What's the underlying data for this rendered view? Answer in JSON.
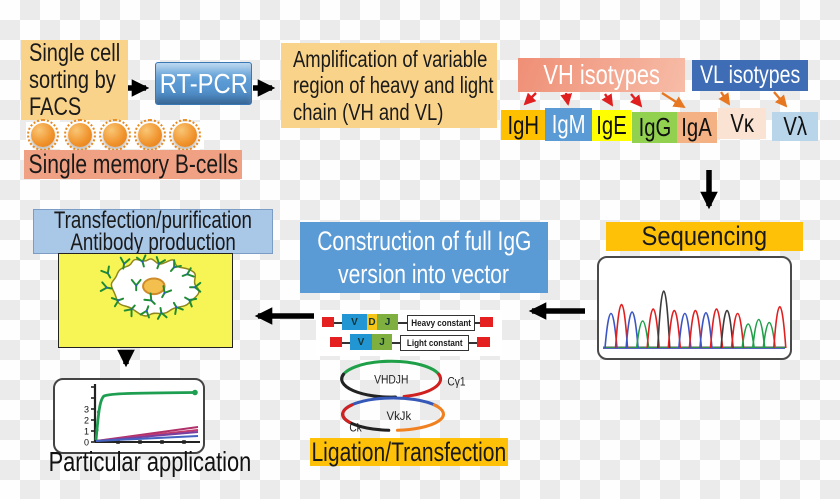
{
  "flow": {
    "facs": {
      "lines": [
        "Single cell",
        "sorting by",
        "FACS"
      ],
      "bg": "#f9d389"
    },
    "rtpcr": {
      "label": "RT-PCR",
      "bg": "#5b9bd5"
    },
    "amplification": {
      "lines": [
        "Amplification of variable",
        "region of heavy and light",
        "chain (VH and VL)"
      ],
      "bg": "#f9d389"
    },
    "memory_b": {
      "label": "Single memory B-cells",
      "bg": "#f1a183",
      "cell_count": 5,
      "cell_xs": [
        31,
        68,
        103,
        138,
        173
      ],
      "cell_top": 123
    },
    "sequencing": {
      "label": "Sequencing",
      "bg": "#ffc107"
    },
    "construction": {
      "lines": [
        "Construction of full IgG",
        "version into  vector"
      ],
      "bg": "#5b9bd5"
    },
    "transfection": {
      "lines": [
        "Transfection/purification",
        "Antibody production"
      ],
      "bg": "#a9c7e7"
    },
    "ligation": {
      "label": "Ligation/Transfection",
      "bg": "#ffc107"
    },
    "application": {
      "label": "Particular application"
    }
  },
  "isotypes": {
    "vh": {
      "label": "VH isotypes",
      "bg": "#f09a81"
    },
    "vl": {
      "label": "VL isotypes",
      "bg": "#3e6db5"
    },
    "items": [
      {
        "label": "IgH",
        "bg": "#ffc000",
        "fg": "#111111"
      },
      {
        "label": "IgM",
        "bg": "#5b9bd5",
        "fg": "#ffffff"
      },
      {
        "label": "IgE",
        "bg": "#ffff00",
        "fg": "#111111"
      },
      {
        "label": "IgG",
        "bg": "#92d050",
        "fg": "#111111"
      },
      {
        "label": "IgA",
        "bg": "#f4b183",
        "fg": "#111111"
      },
      {
        "label": "Vκ",
        "bg": "#fae3d3",
        "fg": "#111111"
      },
      {
        "label": "Vλ",
        "bg": "#b9d5ea",
        "fg": "#111111"
      }
    ]
  },
  "vector_map": {
    "heavy": {
      "segments": [
        "V",
        "D",
        "J"
      ],
      "constant": "Heavy constant"
    },
    "light": {
      "segments": [
        "V",
        "J"
      ],
      "constant": "Light constant"
    }
  },
  "plasmids": [
    {
      "name": "VHDJH",
      "tag": "Cγ1"
    },
    {
      "name": "VkJk",
      "tag": "Ck"
    }
  ],
  "arrows": {
    "black": [
      [
        128,
        88,
        146,
        88
      ],
      [
        253,
        88,
        272,
        88
      ],
      [
        709,
        170,
        709,
        206
      ],
      [
        585,
        311,
        532,
        311
      ],
      [
        314,
        316,
        258,
        316
      ],
      [
        126,
        351,
        126,
        364
      ]
    ],
    "red": [
      [
        536,
        93,
        525,
        104
      ],
      [
        566,
        93,
        568,
        104
      ],
      [
        605,
        94,
        612,
        105
      ],
      [
        631,
        94,
        641,
        106
      ]
    ],
    "orange": [
      [
        662,
        93,
        684,
        107
      ],
      [
        721,
        92,
        729,
        104
      ],
      [
        774,
        92,
        786,
        106
      ]
    ]
  },
  "chromatogram": {
    "palette": {
      "b": "#3a56c4",
      "r": "#e02020",
      "g": "#1fa048",
      "k": "#3c3c3c"
    },
    "peaks": [
      [
        "b",
        46
      ],
      [
        "r",
        58
      ],
      [
        "b",
        48
      ],
      [
        "g",
        36
      ],
      [
        "r",
        52
      ],
      [
        "k",
        76
      ],
      [
        "r",
        50
      ],
      [
        "b",
        46
      ],
      [
        "r",
        50
      ],
      [
        "b",
        47
      ],
      [
        "r",
        52
      ],
      [
        "k",
        50
      ],
      [
        "r",
        46
      ],
      [
        "g",
        32
      ],
      [
        "g",
        38
      ],
      [
        "g",
        34
      ],
      [
        "r",
        55
      ]
    ]
  },
  "application_graph": {
    "yticks": [
      "3",
      "2",
      "1",
      "0"
    ],
    "curve_color": "#1e9e50",
    "lines": [
      {
        "color": "#b0306a",
        "endY": 47
      },
      {
        "color": "#c23a6e",
        "endY": 50
      },
      {
        "color": "#7a3f9e",
        "endY": 52
      },
      {
        "color": "#4462c0",
        "endY": 56
      }
    ]
  },
  "cell_art": {
    "antibody_color": "#1f8c33",
    "antibodies": [
      [
        48,
        18,
        -30
      ],
      [
        66,
        8,
        10
      ],
      [
        84,
        6,
        -15
      ],
      [
        102,
        8,
        20
      ],
      [
        118,
        12,
        40
      ],
      [
        132,
        20,
        70
      ],
      [
        140,
        34,
        90
      ],
      [
        134,
        48,
        120
      ],
      [
        120,
        56,
        150
      ],
      [
        104,
        62,
        170
      ],
      [
        88,
        60,
        -160
      ],
      [
        72,
        58,
        -140
      ],
      [
        58,
        48,
        -110
      ],
      [
        46,
        34,
        -80
      ],
      [
        78,
        30,
        0
      ],
      [
        108,
        38,
        30
      ],
      [
        92,
        46,
        -45
      ]
    ]
  }
}
